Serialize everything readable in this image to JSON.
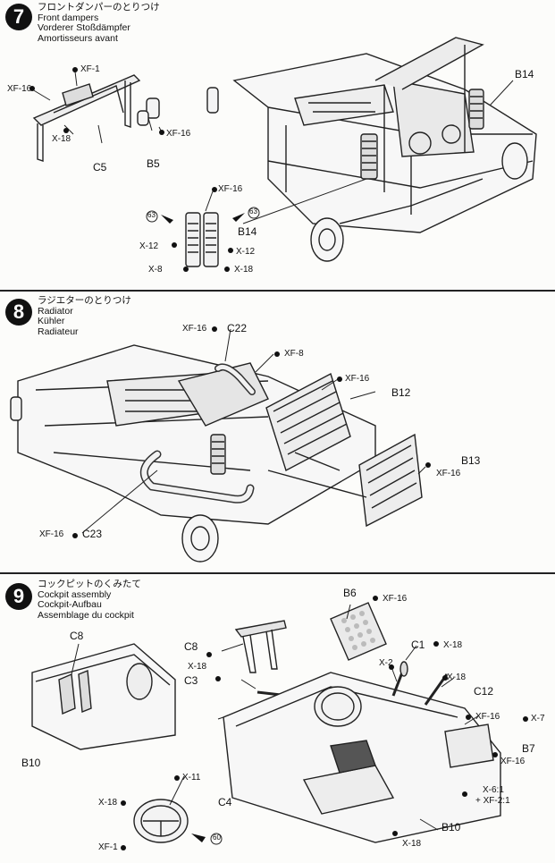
{
  "steps": [
    {
      "number": "7",
      "title_jp": "フロントダンパーのとりつけ",
      "title_en": "Front dampers",
      "title_de": "Vorderer Stoßdämpfer",
      "title_fr": "Amortisseurs avant",
      "labels": {
        "xf1": "XF-1",
        "xf16_a": "XF-16",
        "x18_a": "X-18",
        "c5": "C5",
        "xf16_b": "XF-16",
        "b5": "B5",
        "xf16_c": "XF-16",
        "ref63_a": "63",
        "ref63_b": "63",
        "x12_a": "X-12",
        "x12_b": "X-12",
        "x8": "X-8",
        "x18_b": "X-18",
        "b14_a": "B14",
        "b14_b": "B14"
      }
    },
    {
      "number": "8",
      "title_jp": "ラジエターのとりつけ",
      "title_en": "Radiator",
      "title_de": "Kühler",
      "title_fr": "Radiateur",
      "labels": {
        "xf16_a": "XF-16",
        "c22": "C22",
        "xf8": "XF-8",
        "xf16_b": "XF-16",
        "b12": "B12",
        "b13": "B13",
        "xf16_c": "XF-16",
        "xf16_d": "XF-16",
        "c23": "C23"
      }
    },
    {
      "number": "9",
      "title_jp": "コックピットのくみたて",
      "title_en": "Cockpit assembly",
      "title_de": "Cockpit-Aufbau",
      "title_fr": "Assemblage du cockpit",
      "labels": {
        "c8_a": "C8",
        "b10_a": "B10",
        "c8_b": "C8",
        "x18_a": "X-18",
        "c3": "C3",
        "b6": "B6",
        "xf16_a": "XF-16",
        "c1": "C1",
        "x18_b": "X-18",
        "x2": "X-2",
        "x18_c": "X-18",
        "c12": "C12",
        "xf16_b": "XF-16",
        "x7": "X-7",
        "b7": "B7",
        "xf16_c": "XF-16",
        "x6": "X-6:1",
        "xf2": "+ XF-2:1",
        "x11": "X-11",
        "x18_d": "X-18",
        "c4": "C4",
        "xf1": "XF-1",
        "ref60": "60",
        "b10_b": "B10",
        "x18_e": "X-18"
      }
    }
  ]
}
